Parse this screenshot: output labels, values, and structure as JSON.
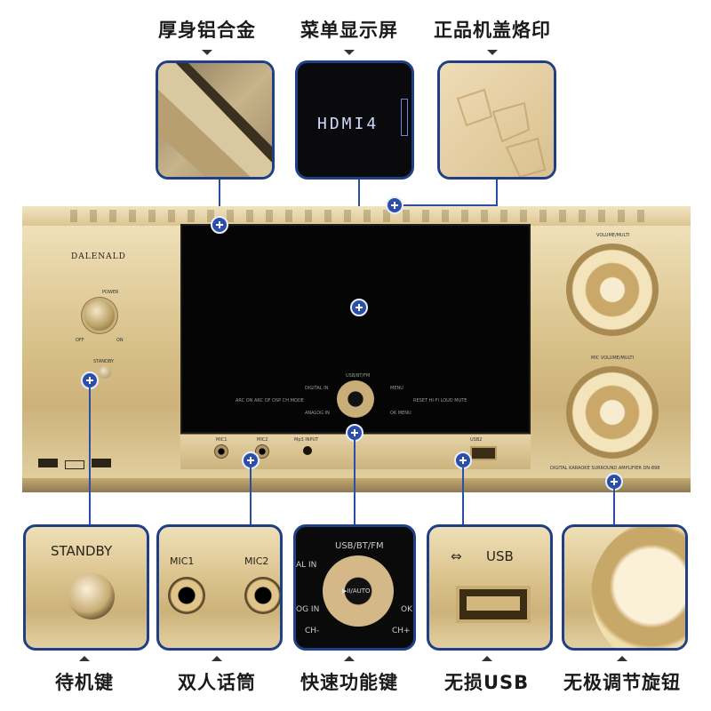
{
  "top_labels": [
    "厚身铝合金",
    "菜单显示屏",
    "正品机盖烙印"
  ],
  "bottom_labels": [
    "待机键",
    "双人话筒",
    "快速功能键",
    "无损USB",
    "无极调节旋钮"
  ],
  "display_text": "HDMI4",
  "logo": "DALENALD",
  "panel": {
    "power": "POWER",
    "off": "OFF",
    "on": "ON",
    "standby": "STANDBY",
    "volume": "VOLUME/MULTI",
    "mic_volume": "MIC VOLUME/MULTI",
    "mic1": "MIC1",
    "mic2": "MIC2",
    "mp3_input": "Mp3 INPUT",
    "usb": "USB2",
    "usb_bt_fm": "USB/BT/FM",
    "digital_in": "DIGITAL IN",
    "analog_in": "ANALOG IN",
    "menu": "MENU",
    "ok_menu": "OK MENU",
    "left_row": "ARC ON  ARC OF  DSP  CH MODE",
    "right_row": "RESET  HI-FI  LOUD  MUTE",
    "model": "DIGITAL KARAOKE SURROUND AMPLIFIER  DN-898"
  },
  "closeups": {
    "standby": "STANDBY",
    "mic1": "MIC1",
    "mic2": "MIC2",
    "usb_bt_fm": "USB/BT/FM",
    "al_in": "AL IN",
    "og_in": "OG IN",
    "ok": "OK",
    "ch_minus": "CH-",
    "ch_plus": "CH+",
    "auto": "▶II/AUTO",
    "usb": "USB"
  },
  "colors": {
    "accent": "#2b4ea6",
    "gold": "#d9c18a"
  }
}
